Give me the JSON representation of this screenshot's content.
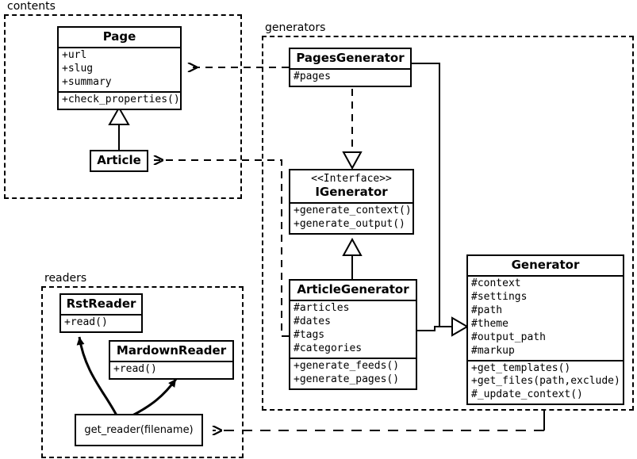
{
  "diagram": {
    "title": "UML class diagram",
    "stroke_color": "#000000",
    "background_color": "#ffffff"
  },
  "packages": [
    {
      "id": "contents",
      "label": "contents"
    },
    {
      "id": "generators",
      "label": "generators"
    },
    {
      "id": "readers",
      "label": "readers"
    }
  ],
  "classes": {
    "page": {
      "name": "Page",
      "attributes": [
        "+url",
        "+slug",
        "+summary"
      ],
      "methods": [
        "+check_properties()"
      ]
    },
    "article": {
      "name": "Article",
      "attributes": [],
      "methods": []
    },
    "pages_generator": {
      "name": "PagesGenerator",
      "attributes": [
        "#pages"
      ],
      "methods": []
    },
    "igenerator": {
      "stereotype": "<<Interface>>",
      "name": "IGenerator",
      "attributes": [],
      "methods": [
        "+generate_context()",
        "+generate_output()"
      ]
    },
    "article_generator": {
      "name": "ArticleGenerator",
      "attributes": [
        "#articles",
        "#dates",
        "#tags",
        "#categories"
      ],
      "methods": [
        "+generate_feeds()",
        "+generate_pages()"
      ]
    },
    "generator": {
      "name": "Generator",
      "attributes": [
        "#context",
        "#settings",
        "#path",
        "#theme",
        "#output_path",
        "#markup"
      ],
      "methods": [
        "+get_templates()",
        "+get_files(path,exclude)",
        "#_update_context()"
      ]
    },
    "rst_reader": {
      "name": "RstReader",
      "attributes": [],
      "methods": [
        "+read()"
      ]
    },
    "mardown_reader": {
      "name": "MardownReader",
      "attributes": [],
      "methods": [
        "+read()"
      ]
    },
    "get_reader": {
      "name": "get_reader(filename)"
    }
  },
  "relationships": [
    {
      "id": "article-inherits-page",
      "from": "Article",
      "to": "Page",
      "type": "generalization"
    },
    {
      "id": "pagesgenerator-uses-page",
      "from": "PagesGenerator",
      "to": "Page",
      "type": "dependency"
    },
    {
      "id": "articlegenerator-uses-article",
      "from": "ArticleGenerator",
      "to": "Article",
      "type": "dependency"
    },
    {
      "id": "pagesgenerator-realizes-igenerator",
      "from": "PagesGenerator",
      "to": "IGenerator",
      "type": "realization"
    },
    {
      "id": "articlegenerator-realizes-igenerator",
      "from": "ArticleGenerator",
      "to": "IGenerator",
      "type": "generalization"
    },
    {
      "id": "pagesgenerator-extends-generator",
      "from": "PagesGenerator",
      "to": "Generator",
      "type": "generalization"
    },
    {
      "id": "articlegenerator-extends-generator",
      "from": "ArticleGenerator",
      "to": "Generator",
      "type": "generalization"
    },
    {
      "id": "generator-uses-get_reader",
      "from": "Generator",
      "to": "get_reader",
      "type": "dependency"
    },
    {
      "id": "get_reader-creates-rstreader",
      "from": "get_reader",
      "to": "RstReader",
      "type": "creates"
    },
    {
      "id": "get_reader-creates-mardownreader",
      "from": "get_reader",
      "to": "MardownReader",
      "type": "creates"
    }
  ]
}
